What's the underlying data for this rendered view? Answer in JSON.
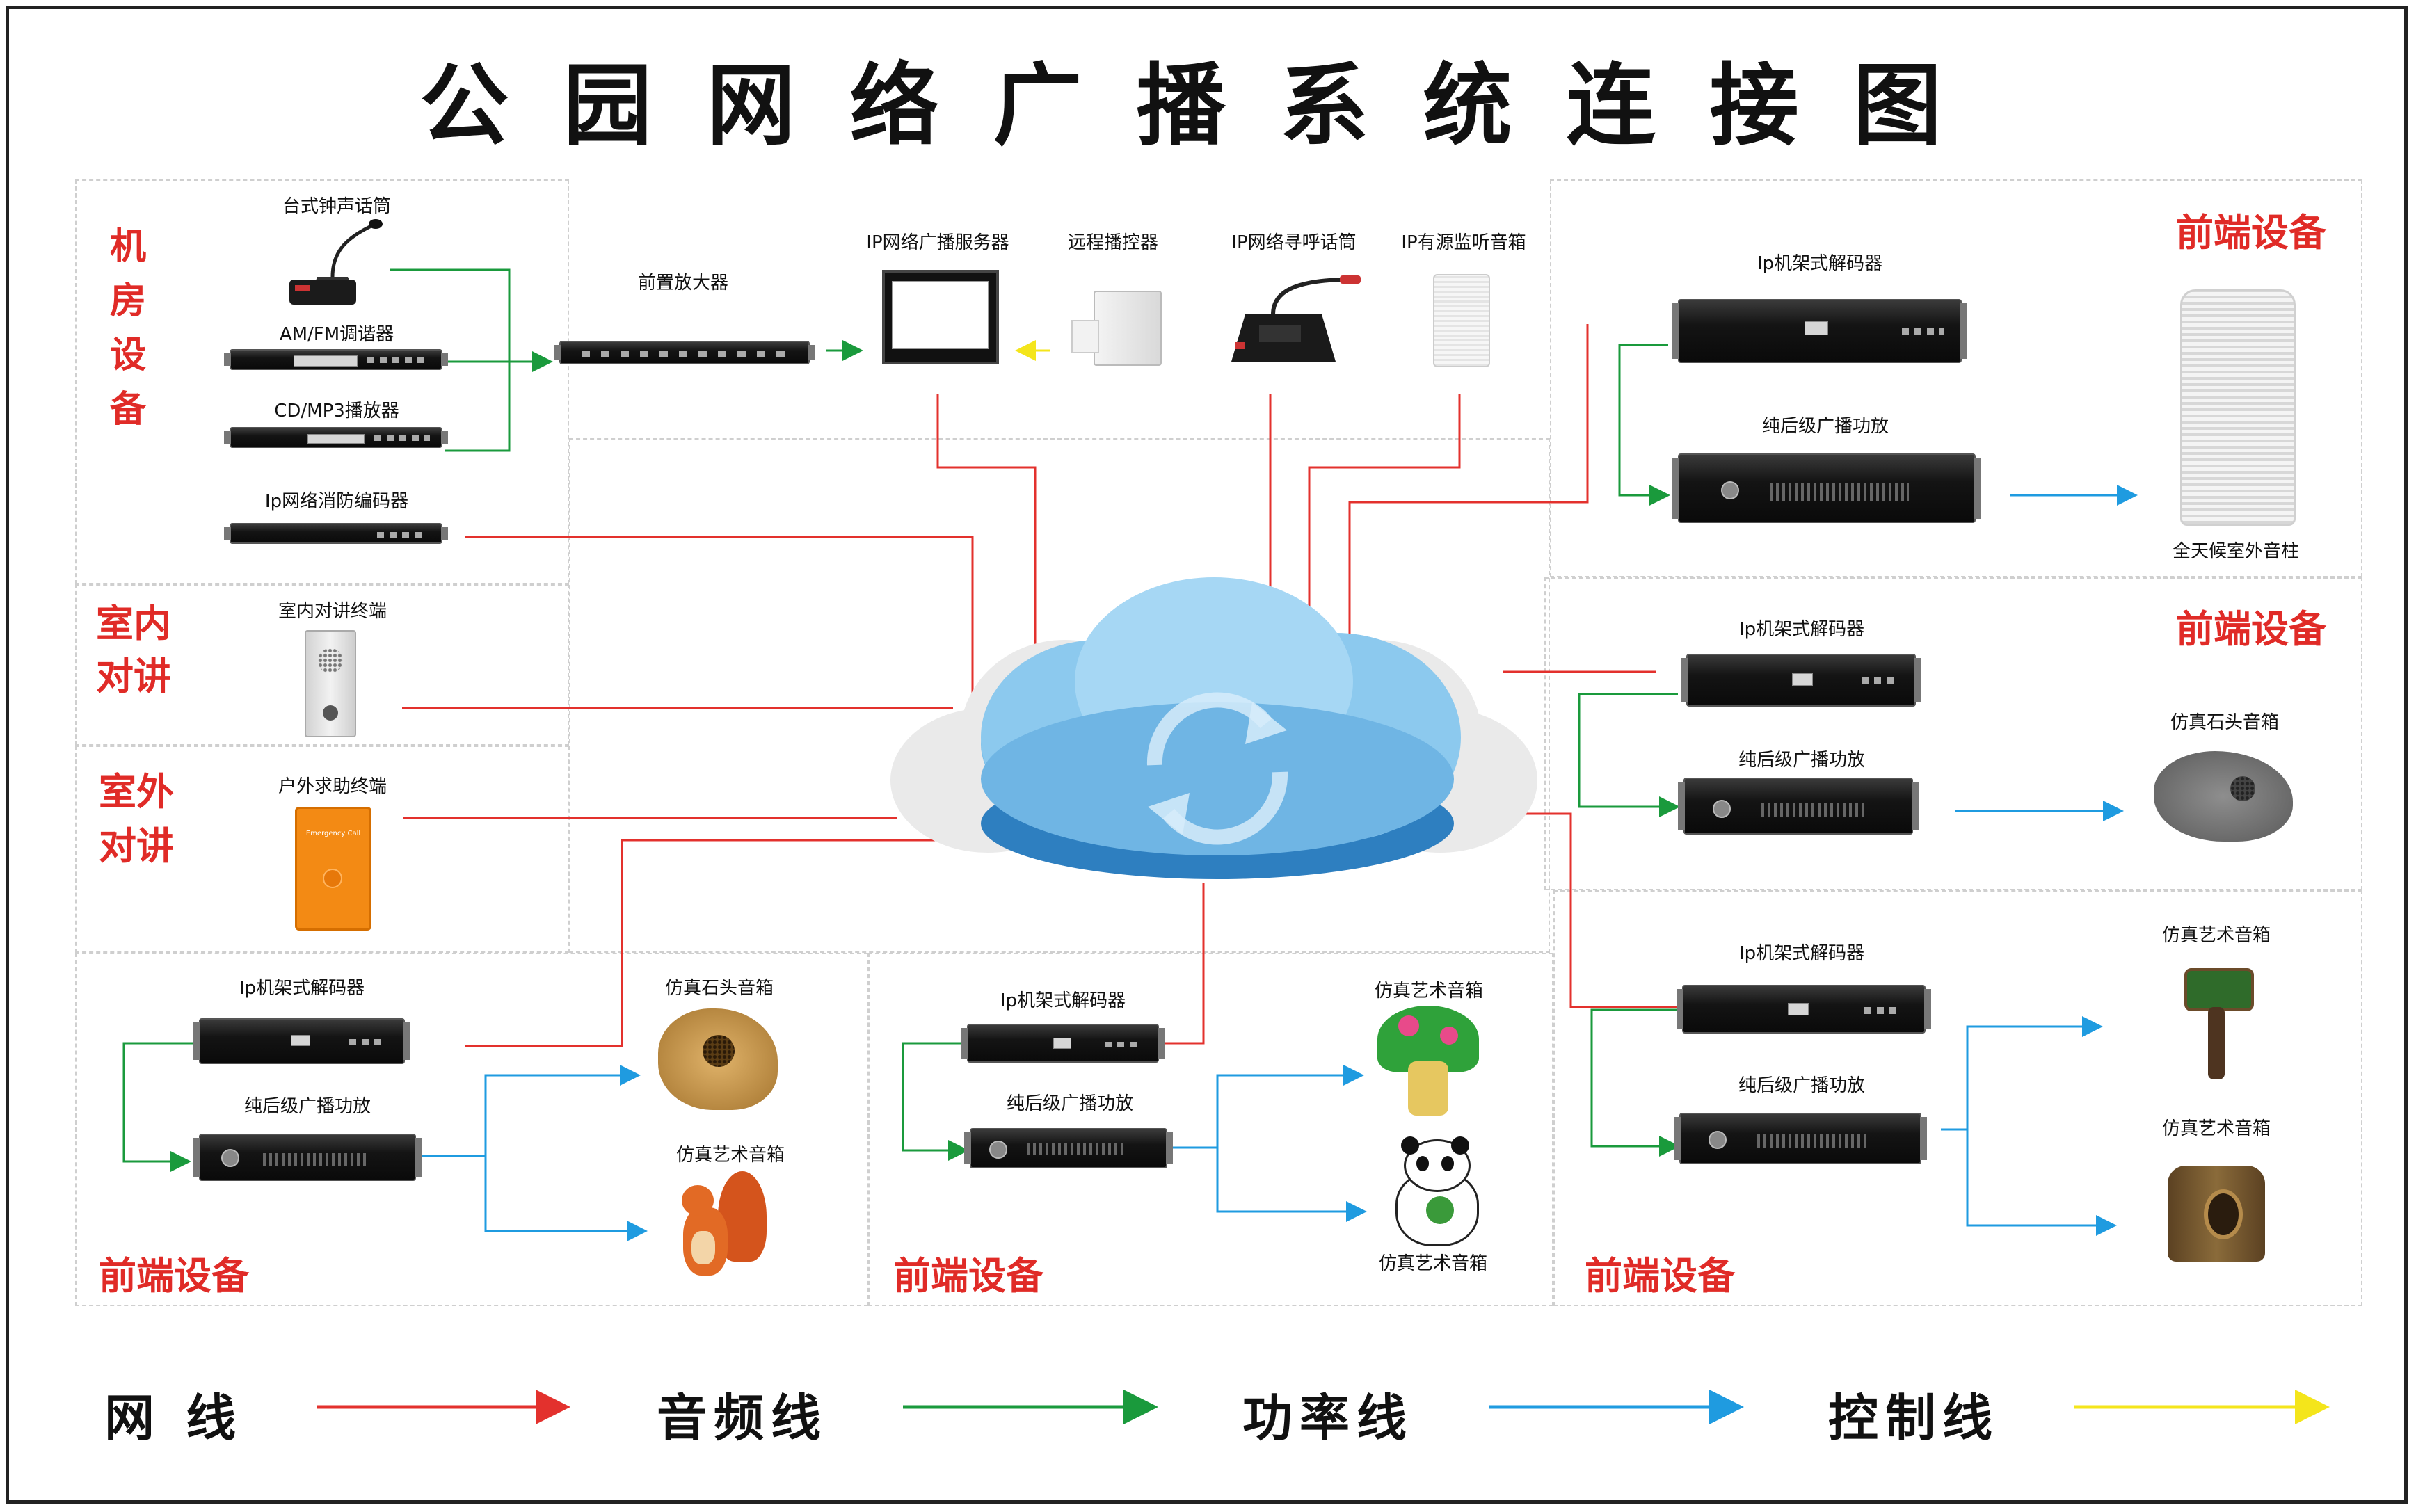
{
  "title": "公园网络广播系统连接图",
  "zones": {
    "machine_room": "机房设备",
    "indoor_talk": [
      "室内",
      "对讲"
    ],
    "outdoor_talk": [
      "室外",
      "对讲"
    ],
    "frontend": "前端设备"
  },
  "devices": {
    "desk_mic": "台式钟声话筒",
    "tuner": "AM/FM调谐器",
    "cd_player": "CD/MP3播放器",
    "fire_encoder": "Ip网络消防编码器",
    "preamp": "前置放大器",
    "server": "IP网络广播服务器",
    "remote": "远程播控器",
    "paging_mic": "IP网络寻呼话筒",
    "monitor_speaker": "IP有源监听音箱",
    "indoor_terminal": "室内对讲终端",
    "outdoor_terminal": "户外求助终端",
    "emergency_text": "Emergency Call",
    "rack_decoder": "Ip机架式解码器",
    "rack_decoder_alt": "IP机架式解码器",
    "power_amp": "纯后级广播功放",
    "column_speaker": "全天候室外音柱",
    "rock_speaker": "仿真石头音箱",
    "art_speaker": "仿真艺术音箱"
  },
  "legend": [
    {
      "label": "网 线",
      "color": "#e3312d"
    },
    {
      "label": "音频线",
      "color": "#1a9a3c"
    },
    {
      "label": "功率线",
      "color": "#1f9be0"
    },
    {
      "label": "控制线",
      "color": "#f4e51b"
    }
  ],
  "colors": {
    "net": "#e3312d",
    "audio": "#1a9a3c",
    "power": "#1f9be0",
    "control": "#f4e51b",
    "accent": "#e02b27"
  }
}
